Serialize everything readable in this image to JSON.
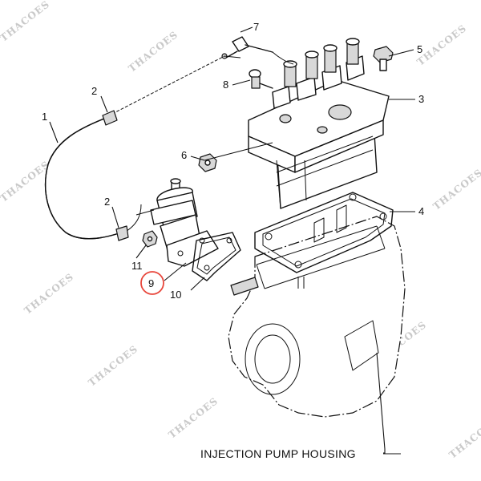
{
  "diagram": {
    "caption": "INJECTION PUMP HOUSING",
    "watermark": "THACOES",
    "highlight_color": "#e8473c",
    "highlighted_callout": "9",
    "callouts": [
      "1",
      "2",
      "2",
      "3",
      "4",
      "5",
      "6",
      "7",
      "8",
      "9",
      "10",
      "11"
    ]
  }
}
